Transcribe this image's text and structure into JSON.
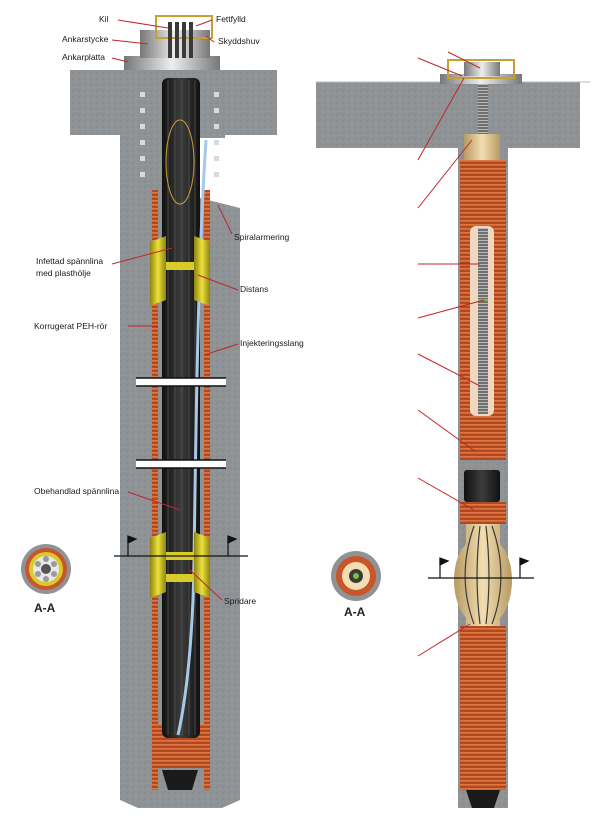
{
  "left_diagram": {
    "labels": {
      "kil": "Kil",
      "fettfylld": "Fettfylld",
      "ankarstycke": "Ankarstycke",
      "skyddshuv": "Skyddshuv",
      "ankarplatta": "Ankarplatta",
      "spiralarmering": "Spiralarmering",
      "infettad_1": "Infettad spännlina",
      "infettad_2": "med plasthölje",
      "distans": "Distans",
      "korrugerat": "Korrugerat PEH-rör",
      "injektering": "Injekteringsslang",
      "obehandlad": "Obehandlad spännlina",
      "spridare": "Spridare"
    },
    "section_label": "A-A"
  },
  "right_diagram": {
    "section_label": "A-A"
  },
  "colors": {
    "concrete": "#8f9396",
    "duct_orange": "#c8562a",
    "spacer_yellow": "#d8cc2a",
    "leader_red": "#c0262b",
    "hose_blue": "#a8c8e8"
  }
}
